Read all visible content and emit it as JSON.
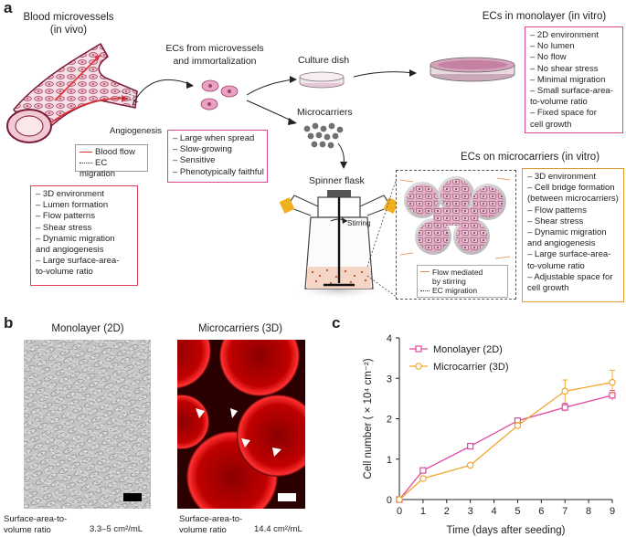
{
  "panel_a": {
    "letter": "a",
    "vessel_title": "Blood microvessels\n(in vivo)",
    "angiogenesis_label": "Angiogenesis",
    "legend": {
      "blood_flow": "Blood flow",
      "ec_migration": "EC migration"
    },
    "invivo_list": [
      "– 3D environment",
      "– Lumen formation",
      "– Flow patterns",
      "– Shear stress",
      "– Dynamic migration",
      "and angiogenesis",
      "– Large surface-area-",
      "to-volume ratio"
    ],
    "ec_title": "ECs from microvessels\nand immortalization",
    "ec_list": [
      "– Large when spread",
      "– Slow-growing",
      "– Sensitive",
      "– Phenotypically faithful"
    ],
    "culture_dish_label": "Culture dish",
    "microcarriers_label": "Microcarriers",
    "spinner_flask_label": "Spinner flask",
    "stirring_label": "Stirring",
    "monolayer_title": "ECs in monolayer (in vitro)",
    "monolayer_list": [
      "– 2D environment",
      "– No lumen",
      "– No flow",
      "– No shear stress",
      "– Minimal migration",
      "– Small surface-area-",
      "to-volume ratio",
      "– Fixed space for",
      "cell growth"
    ],
    "microcarrier_title": "ECs on microcarriers (in vitro)",
    "microcarrier_list": [
      "– 3D environment",
      "– Cell bridge formation",
      "(between microcarriers)",
      "– Flow patterns",
      "– Shear stress",
      "– Dynamic migration",
      "and angiogenesis",
      "– Large surface-area-",
      "to-volume ratio",
      "– Adjustable space for",
      "cell growth"
    ],
    "inset_legend": {
      "flow": "Flow mediated\nby stirring",
      "migration": "EC migration"
    }
  },
  "panel_b": {
    "letter": "b",
    "monolayer_title": "Monolayer (2D)",
    "microcarriers_title": "Microcarriers (3D)",
    "ratio_label": "Surface-area-to-\nvolume ratio",
    "monolayer_ratio": "3.3–5 cm²/mL",
    "microcarrier_ratio": "14.4 cm²/mL"
  },
  "panel_c": {
    "letter": "c",
    "colors": {
      "monolayer": "#e0479e",
      "microcarrier": "#f0a830"
    }
  },
  "chart_data": {
    "type": "line",
    "xlabel": "Time (days after seeding)",
    "ylabel": "Cell number ( × 10⁴ cm⁻²)",
    "xlim": [
      0,
      9
    ],
    "ylim": [
      0,
      4
    ],
    "xticks": [
      "0",
      "1",
      "2",
      "3",
      "4",
      "5",
      "6",
      "7",
      "8",
      "9"
    ],
    "yticks": [
      "0",
      "1",
      "2",
      "3",
      "4"
    ],
    "series": [
      {
        "name": "Monolayer (2D)",
        "marker": "square",
        "color": "#e0479e",
        "x": [
          0,
          1,
          3,
          5,
          7,
          9
        ],
        "y": [
          0,
          0.72,
          1.32,
          1.95,
          2.28,
          2.58
        ],
        "err": [
          0,
          0.04,
          0.04,
          0.05,
          0.1,
          0.12
        ]
      },
      {
        "name": "Microcarrier (3D)",
        "marker": "circle",
        "color": "#f0a830",
        "x": [
          0,
          1,
          3,
          5,
          7,
          9
        ],
        "y": [
          0,
          0.52,
          0.85,
          1.83,
          2.68,
          2.9
        ],
        "err": [
          0,
          0.04,
          0.04,
          0.08,
          0.28,
          0.3
        ]
      }
    ]
  }
}
